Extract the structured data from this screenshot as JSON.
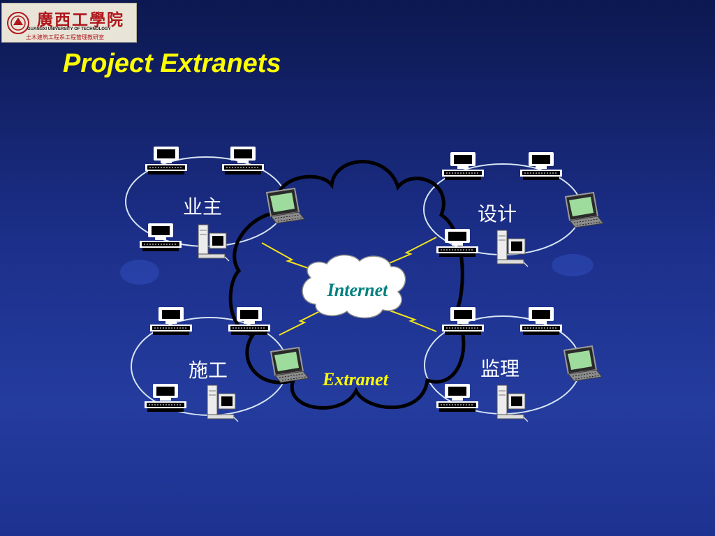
{
  "header": {
    "logo_text": "廣西工學院",
    "logo_en": "GUANGXI UNIVERSITY OF TECHNOLOGY",
    "logo_dept": "土木建筑工程系工程管理教研室"
  },
  "title": "Project Extranets",
  "diagram": {
    "internet_label": "Internet",
    "extranet_label": "Extranet",
    "groups": [
      {
        "label": "业主"
      },
      {
        "label": "设计"
      },
      {
        "label": "施工"
      },
      {
        "label": "监理"
      }
    ]
  },
  "colors": {
    "title": "#ffff00",
    "group_label": "#ffffff",
    "internet_label": "#008080",
    "extranet_label": "#ffff00",
    "lightning": "#f5e31a",
    "ellipse": "#d6e4f4"
  },
  "icons": [
    "desktop-computer-icon",
    "laptop-computer-icon",
    "tower-computer-icon",
    "university-seal-icon"
  ]
}
